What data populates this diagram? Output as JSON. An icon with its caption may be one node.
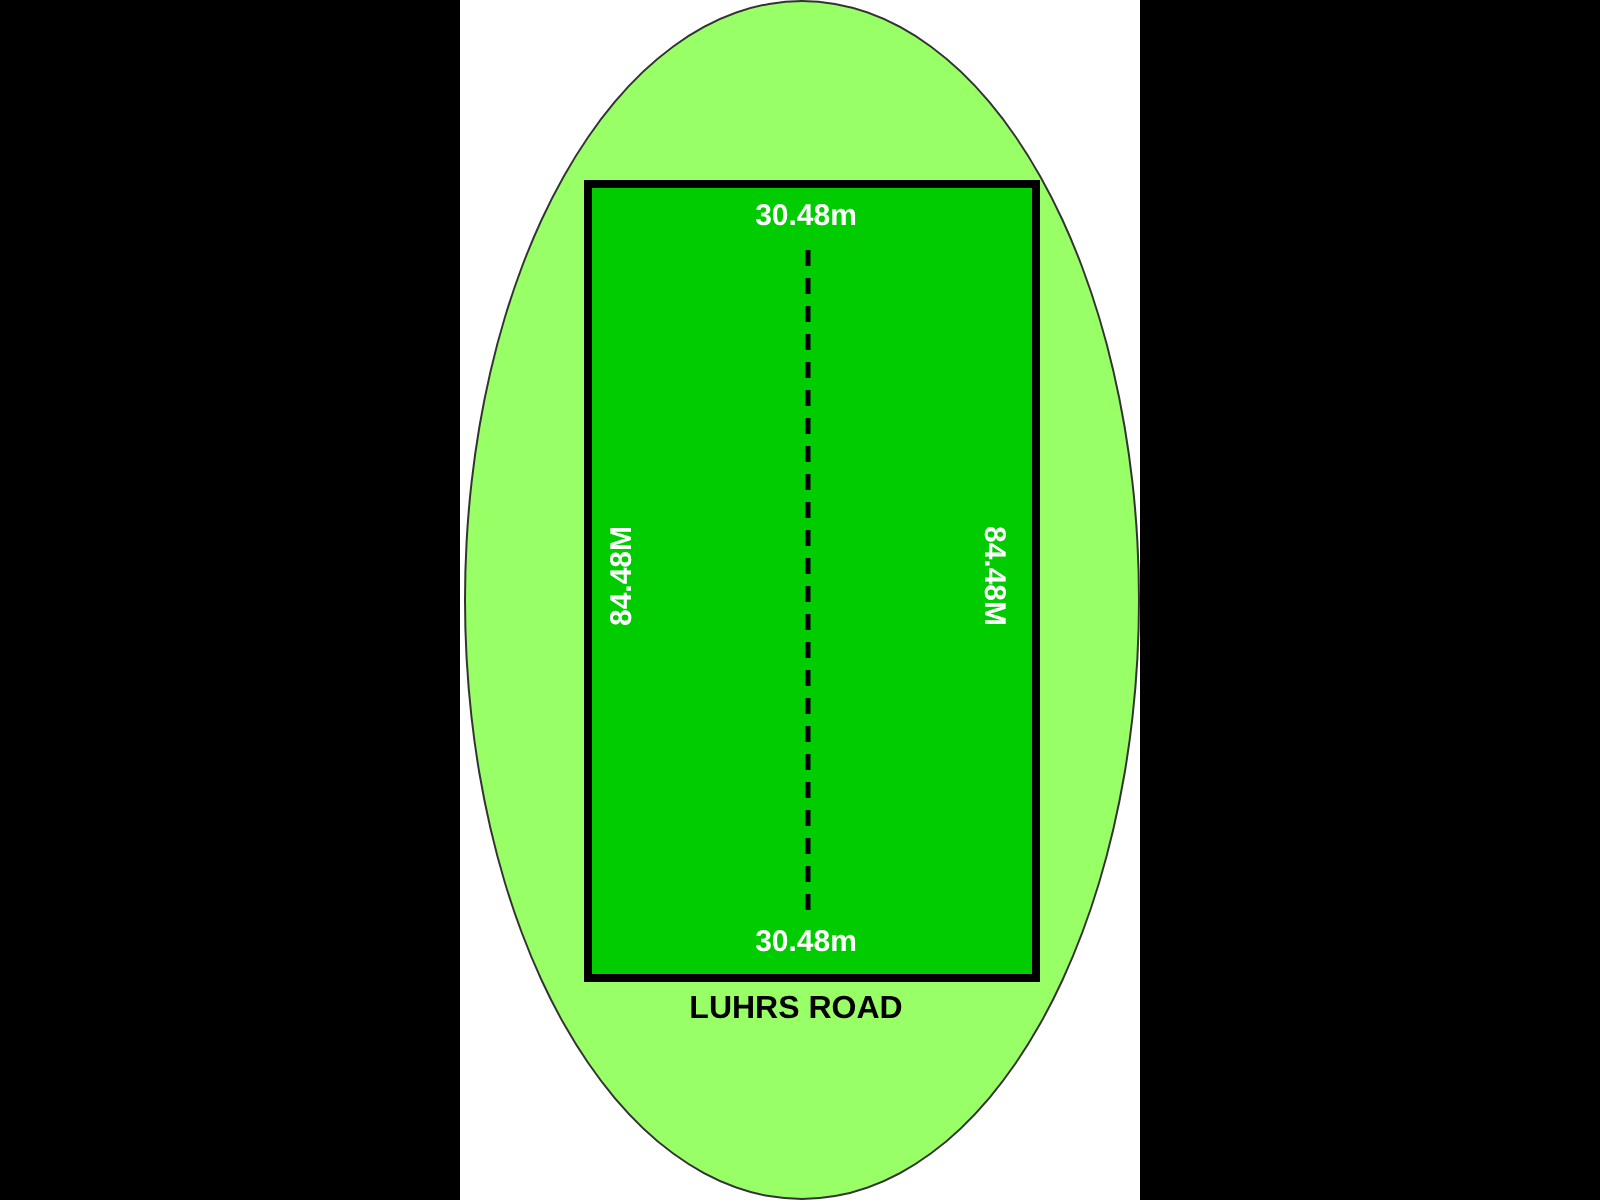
{
  "diagram": {
    "nodes": [
      {
        "text": [],
        "shape": "ellipse"
      },
      {
        "text": [],
        "shape": "box",
        "in": 0
      }
    ],
    "labels": [
      "30.48m",
      "84.48M",
      "84.48M",
      "30.48m",
      "LUHRS ROAD"
    ]
  }
}
